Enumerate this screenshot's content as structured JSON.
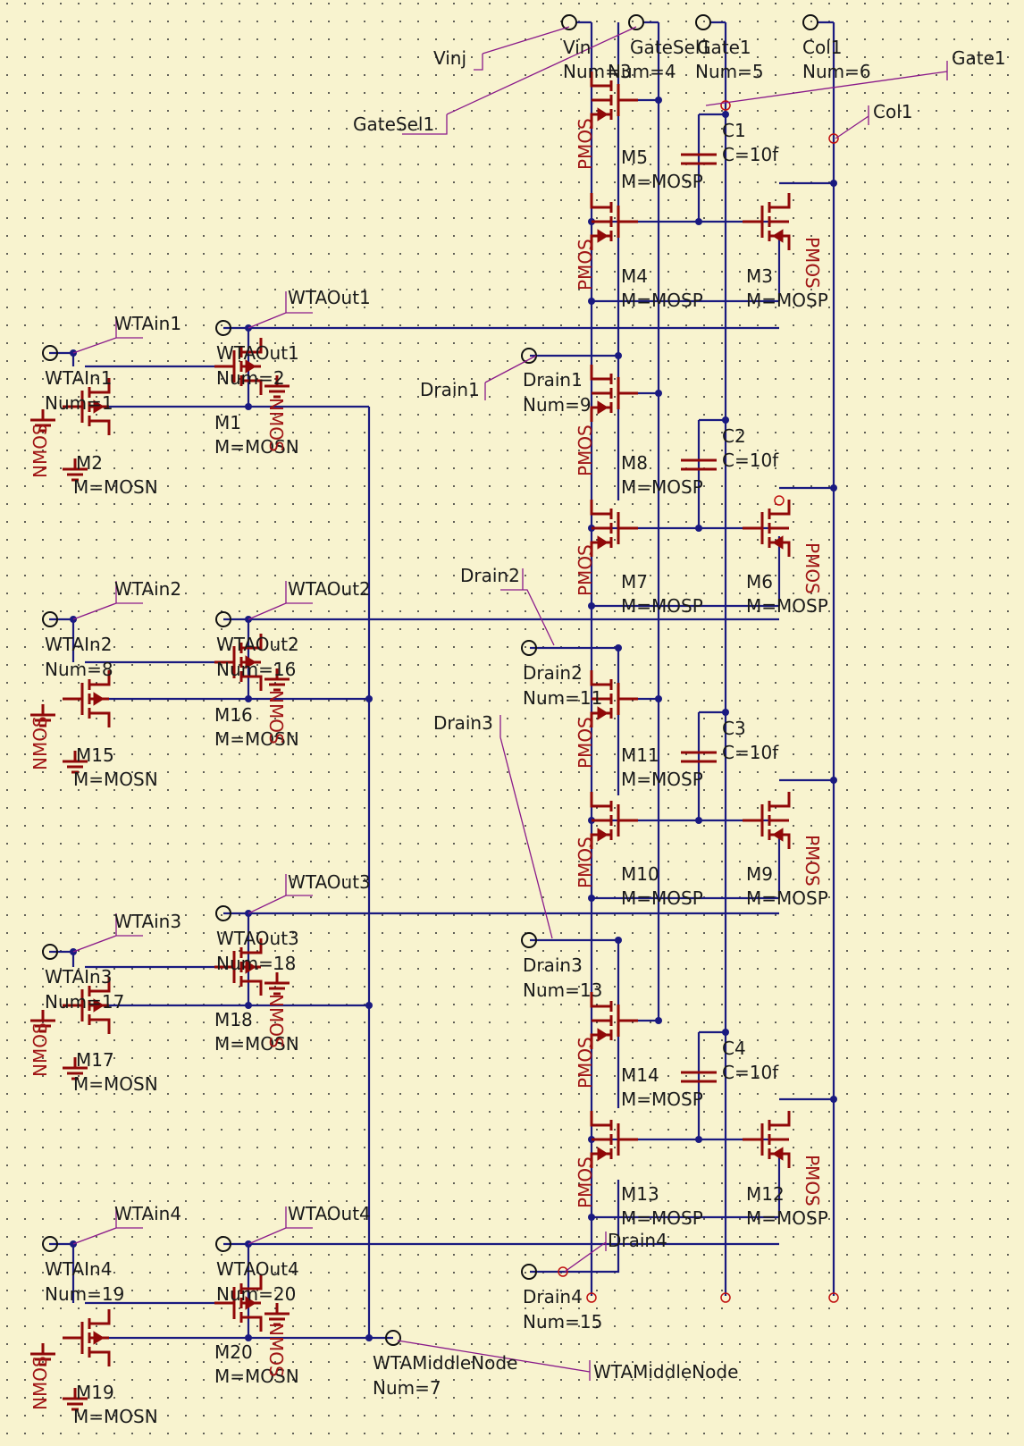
{
  "ports": [
    {
      "label": "Vin",
      "num": "Num=3"
    },
    {
      "label": "GateSel1",
      "num": "Num=4"
    },
    {
      "label": "Gate1",
      "num": "Num=5"
    },
    {
      "label": "Col1",
      "num": "Num=6"
    },
    {
      "label": "WTAIn1",
      "num": "Num=1"
    },
    {
      "label": "WTAOut1",
      "num": "Num=2"
    },
    {
      "label": "Drain1",
      "num": "Num=9"
    },
    {
      "label": "WTAIn2",
      "num": "Num=8"
    },
    {
      "label": "WTAOut2",
      "num": "Num=16"
    },
    {
      "label": "Drain2",
      "num": "Num=11"
    },
    {
      "label": "WTAIn3",
      "num": "Num=17"
    },
    {
      "label": "WTAOut3",
      "num": "Num=18"
    },
    {
      "label": "Drain3",
      "num": "Num=13"
    },
    {
      "label": "WTAIn4",
      "num": "Num=19"
    },
    {
      "label": "WTAOut4",
      "num": "Num=20"
    },
    {
      "label": "Drain4",
      "num": "Num=15"
    },
    {
      "label": "WTAMiddleNode",
      "num": "Num=7"
    }
  ],
  "net_labels": [
    "Vinj",
    "GateSel1",
    "Gate1",
    "Col1",
    "WTAin1",
    "WTAOut1",
    "Drain1",
    "WTAin2",
    "WTAOut2",
    "Drain2",
    "Drain3",
    "WTAOut3",
    "WTAin3",
    "WTAin4",
    "WTAOut4",
    "Drain4",
    "WTAMiddleNode"
  ],
  "pmos": [
    {
      "name": "M5",
      "model": "M=MOSP"
    },
    {
      "name": "M4",
      "model": "M=MOSP"
    },
    {
      "name": "M3",
      "model": "M=MOSP"
    },
    {
      "name": "M8",
      "model": "M=MOSP"
    },
    {
      "name": "M7",
      "model": "M=MOSP"
    },
    {
      "name": "M6",
      "model": "M=MOSP"
    },
    {
      "name": "M11",
      "model": "M=MOSP"
    },
    {
      "name": "M10",
      "model": "M=MOSP"
    },
    {
      "name": "M9",
      "model": "M=MOSP"
    },
    {
      "name": "M14",
      "model": "M=MOSP"
    },
    {
      "name": "M13",
      "model": "M=MOSP"
    },
    {
      "name": "M12",
      "model": "M=MOSP"
    }
  ],
  "nmos": [
    {
      "name": "M1",
      "model": "M=MOSN"
    },
    {
      "name": "M2",
      "model": "M=MOSN"
    },
    {
      "name": "M16",
      "model": "M=MOSN"
    },
    {
      "name": "M15",
      "model": "M=MOSN"
    },
    {
      "name": "M18",
      "model": "M=MOSN"
    },
    {
      "name": "M17",
      "model": "M=MOSN"
    },
    {
      "name": "M20",
      "model": "M=MOSN"
    },
    {
      "name": "M19",
      "model": "M=MOSN"
    }
  ],
  "capacitors": [
    {
      "name": "C1",
      "value": "C=10f"
    },
    {
      "name": "C2",
      "value": "C=10f"
    },
    {
      "name": "C3",
      "value": "C=10f"
    },
    {
      "name": "C4",
      "value": "C=10f"
    }
  ],
  "type_pmos": "PMOS",
  "type_nmos": "NMOS"
}
